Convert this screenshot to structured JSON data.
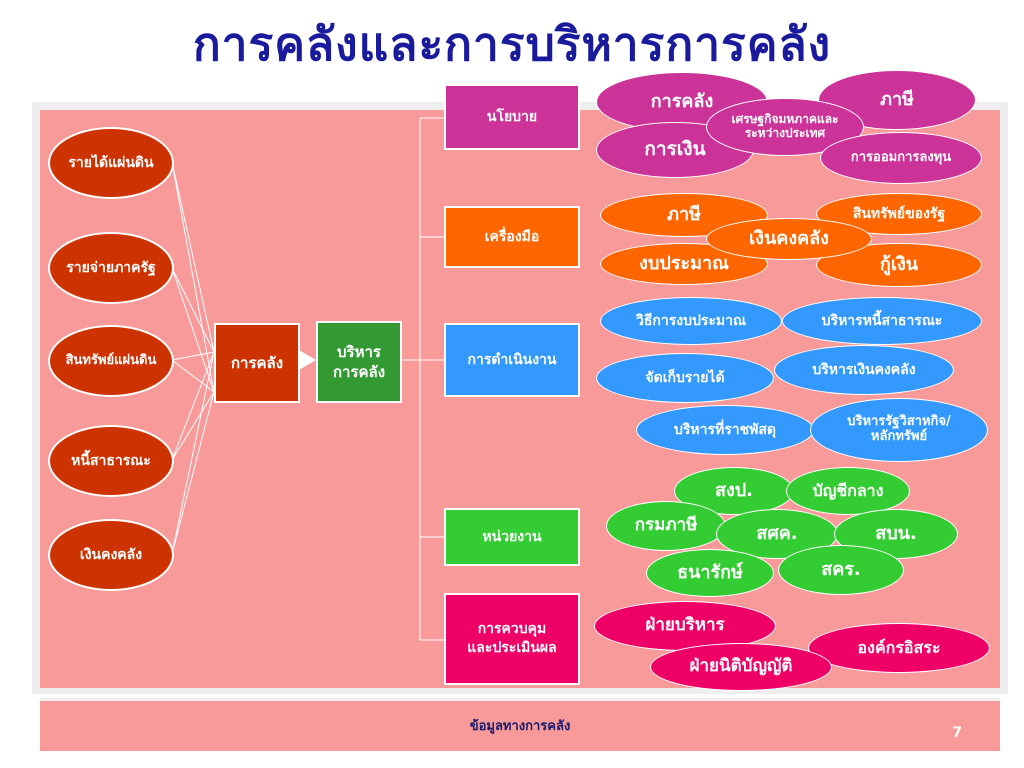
{
  "title": "การคลังและการบริหารการคลัง",
  "left_items": [
    "รายได้แผ่นดิน",
    "รายจ่ายภาครัฐ",
    "สินทรัพย์แผ่นดิน",
    "หนี้สาธารณะ",
    "เงินคงคลัง"
  ],
  "center": {
    "fiscal": "การคลัง",
    "manage_line1": "บริหาร",
    "manage_line2": "การคลัง"
  },
  "categories": {
    "policy": "นโยบาย",
    "tools": "เครื่องมือ",
    "operations": "การดำเนินงาน",
    "agencies": "หน่วยงาน",
    "control_line1": "การควบคุม",
    "control_line2": "และประเมินผล"
  },
  "policy_items": {
    "fiscal": "การคลัง",
    "tax": "ภาษี",
    "macro_line1": "เศรษฐกิจมหภาคและ",
    "macro_line2": "ระหว่างประเทศ",
    "monetary": "การเงิน",
    "saving": "การออมการลงทุน"
  },
  "tool_items": {
    "tax": "ภาษี",
    "state_assets": "สินทรัพย์ของรัฐ",
    "treasury": "เงินคงคลัง",
    "budget": "งบประมาณ",
    "borrowing": "กู้เงิน"
  },
  "operation_items": {
    "budget_method": "วิธีการงบประมาณ",
    "public_debt": "บริหารหนี้สาธารณะ",
    "revenue": "จัดเก็บรายได้",
    "treasury_mgmt": "บริหารเงินคงคลัง",
    "state_property": "บริหารที่ราชพัสดุ",
    "soe_line1": "บริหารรัฐวิสาหกิจ/",
    "soe_line2": "หลักทรัพย์"
  },
  "agency_items": {
    "sorkorpor": "สงป.",
    "cgd": "บัญชีกลาง",
    "excise": "กรมภาษี",
    "fpo": "สศค.",
    "pdmo": "สบน.",
    "treasury_dept": "ธนารักษ์",
    "sepo": "สคร."
  },
  "control_items": {
    "executive": "ฝ่ายบริหาร",
    "independent": "องค์กรอิสระ",
    "legislative": "ฝ่ายนิติบัญญัติ"
  },
  "footer": {
    "text": "ข้อมูลทางการคลัง",
    "page": "7"
  },
  "colors": {
    "title": "#1a1a9c",
    "panel": "#f99a9a",
    "left_oval": "#cc3300",
    "center_box": "#cc3300",
    "manage_box": "#339933",
    "policy": "#cc3399",
    "tools": "#ff6600",
    "operations": "#3399ff",
    "agencies": "#33cc33",
    "control": "#ee0066"
  }
}
